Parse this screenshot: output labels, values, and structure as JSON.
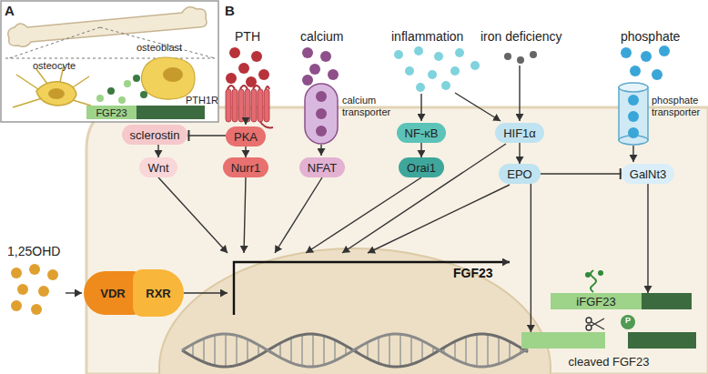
{
  "diagram": {
    "nodes": [
      {
        "text": [
          "FGF23"
        ]
      },
      {
        "text": [
          "sclerostin"
        ]
      },
      {
        "text": [
          "PKA"
        ]
      },
      {
        "text": [
          "Wnt"
        ]
      },
      {
        "text": [
          "Nurr1"
        ]
      },
      {
        "text": [
          "NFAT"
        ]
      },
      {
        "text": [
          "NF-κB"
        ]
      },
      {
        "text": [
          "Orai1"
        ]
      },
      {
        "text": [
          "HIF1α"
        ]
      },
      {
        "text": [
          "EPO"
        ]
      },
      {
        "text": [
          "GalNt3"
        ]
      },
      {
        "text": [
          "VDR"
        ]
      },
      {
        "text": [
          "RXR"
        ]
      },
      {
        "text": [
          "iFGF23"
        ]
      },
      {
        "text": [
          "cleaved FGF23"
        ]
      }
    ],
    "edges": [
      {
        "from": 2,
        "to": 1,
        "arrow": "to"
      },
      {
        "from": 1,
        "to": 3,
        "arrow": "to"
      },
      {
        "from": 2,
        "to": 4,
        "arrow": "to"
      },
      {
        "from": 6,
        "to": 7,
        "arrow": "to"
      },
      {
        "from": 8,
        "to": 9,
        "arrow": "to"
      },
      {
        "from": 9,
        "to": 10,
        "arrow": "to"
      },
      {
        "from": 10,
        "to": 13,
        "arrow": "to"
      },
      {
        "from": 9,
        "to": 14,
        "arrow": "to"
      }
    ],
    "labels": [
      "A",
      "osteoblast",
      "osteocyte",
      "B",
      "PTH",
      "PTH1R",
      "calcium",
      "calcium transporter",
      "inflammation",
      "iron deficiency",
      "phosphate",
      "phosphate transporter",
      "1,25OHD",
      "FGF23",
      "P"
    ]
  }
}
